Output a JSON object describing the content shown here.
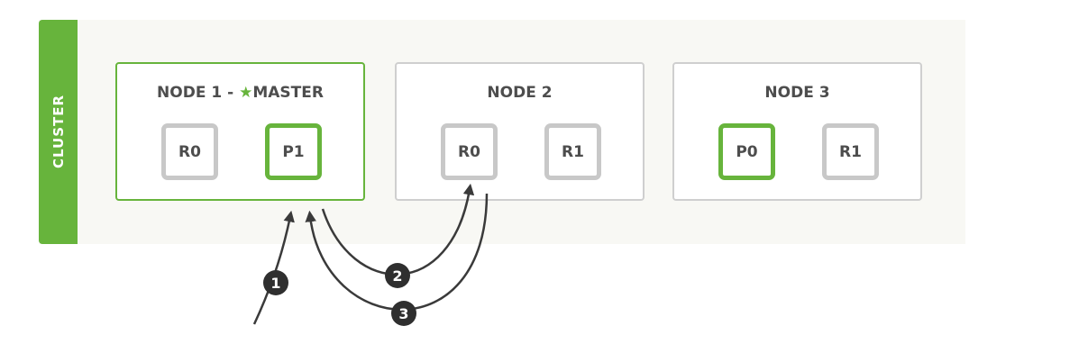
{
  "cluster": {
    "label": "CLUSTER",
    "accent_color": "#67b43c",
    "inactive_color": "#c8c8c8"
  },
  "nodes": [
    {
      "title": "NODE 1 - ",
      "master_icon": "star-icon",
      "master_label": "MASTER",
      "shards": [
        {
          "label": "R0",
          "kind": "replica"
        },
        {
          "label": "P1",
          "kind": "primary"
        }
      ]
    },
    {
      "title": "NODE 2",
      "shards": [
        {
          "label": "R0",
          "kind": "replica"
        },
        {
          "label": "R1",
          "kind": "replica"
        }
      ]
    },
    {
      "title": "NODE 3",
      "shards": [
        {
          "label": "P0",
          "kind": "primary"
        },
        {
          "label": "R1",
          "kind": "replica"
        }
      ]
    }
  ],
  "steps": [
    "1",
    "2",
    "3"
  ]
}
